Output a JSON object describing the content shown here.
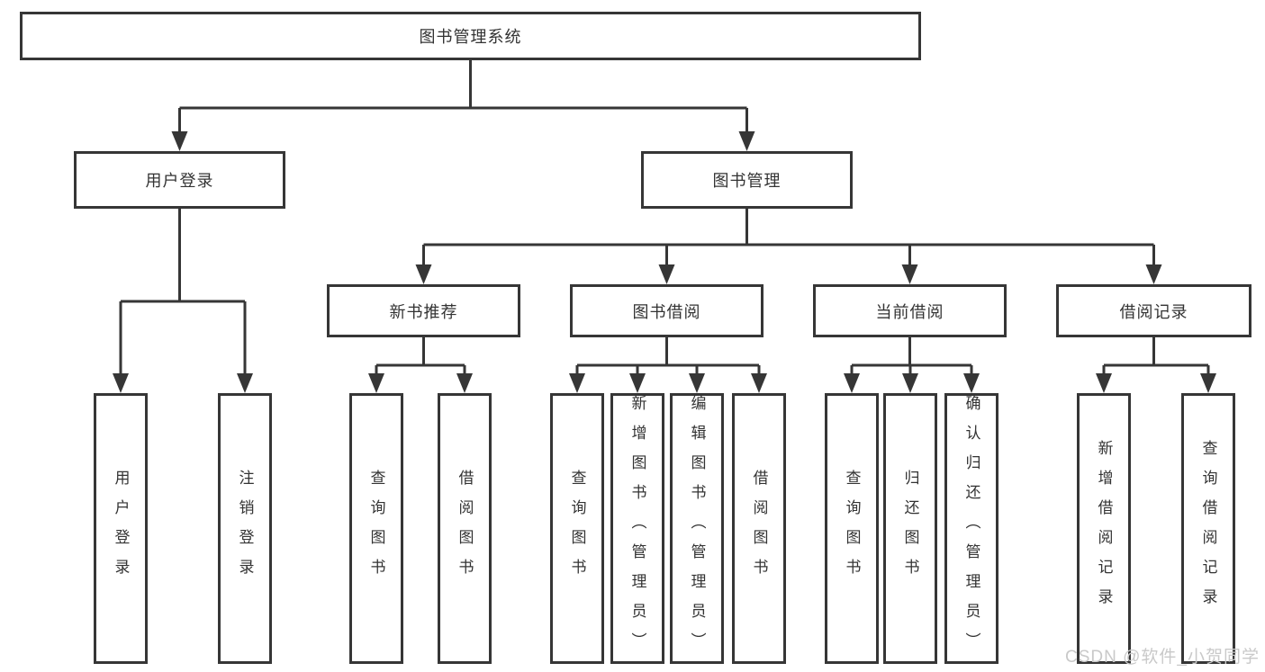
{
  "diagram": {
    "type": "hierarchy-tree",
    "title": {
      "label": "图书管理系统"
    },
    "level2": [
      {
        "label": "用户登录"
      },
      {
        "label": "图书管理"
      }
    ],
    "level3": [
      {
        "label": "新书推荐",
        "parent": "图书管理"
      },
      {
        "label": "图书借阅",
        "parent": "图书管理"
      },
      {
        "label": "当前借阅",
        "parent": "图书管理"
      },
      {
        "label": "借阅记录",
        "parent": "图书管理"
      }
    ],
    "leaves": [
      {
        "label": "用户登录",
        "parent": "用户登录"
      },
      {
        "label": "注销登录",
        "parent": "用户登录"
      },
      {
        "label": "查询图书",
        "parent": "新书推荐"
      },
      {
        "label": "借阅图书",
        "parent": "新书推荐"
      },
      {
        "label": "查询图书",
        "parent": "图书借阅"
      },
      {
        "label": "新增图书（管理员）",
        "parent": "图书借阅"
      },
      {
        "label": "编辑图书（管理员）",
        "parent": "图书借阅"
      },
      {
        "label": "借阅图书",
        "parent": "图书借阅"
      },
      {
        "label": "查询图书",
        "parent": "当前借阅"
      },
      {
        "label": "归还图书",
        "parent": "当前借阅"
      },
      {
        "label": "确认归还（管理员）",
        "parent": "当前借阅"
      },
      {
        "label": "新增借阅记录",
        "parent": "借阅记录"
      },
      {
        "label": "查询借阅记录",
        "parent": "借阅记录"
      }
    ],
    "watermark": "CSDN @软件_小贺同学",
    "colors": {
      "line": "#363636",
      "text": "#333333",
      "watermark": "#c9c9c9",
      "background": "#ffffff"
    }
  }
}
